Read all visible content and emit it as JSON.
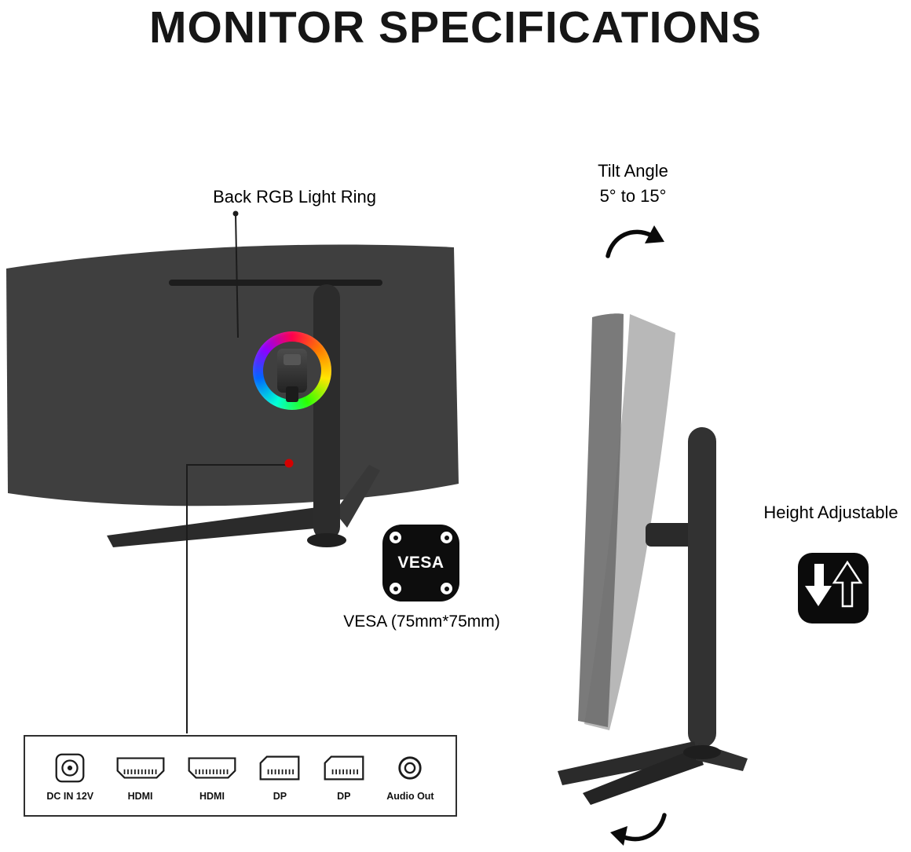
{
  "title": "MONITOR SPECIFICATIONS",
  "back_view": {
    "label": "Back RGB Light Ring"
  },
  "tilt": {
    "line1": "Tilt Angle",
    "line2": "5° to 15°"
  },
  "vesa": {
    "badge_label": "VESA",
    "caption": "VESA (75mm*75mm)"
  },
  "height": {
    "label": "Height Adjustable"
  },
  "ports": {
    "items": [
      {
        "name": "dc-in",
        "label": "DC IN 12V"
      },
      {
        "name": "hdmi-1",
        "label": "HDMI"
      },
      {
        "name": "hdmi-2",
        "label": "HDMI"
      },
      {
        "name": "dp-1",
        "label": "DP"
      },
      {
        "name": "dp-2",
        "label": "DP"
      },
      {
        "name": "audio-out",
        "label": "Audio Out"
      }
    ]
  },
  "colors": {
    "port_marker_red": "#d40000",
    "monitor_body": "#3f3f3f",
    "rgb_ring": [
      "#ff004c",
      "#ff7a00",
      "#ffe600",
      "#2bff00",
      "#00ffd5",
      "#0066ff",
      "#8f00ff"
    ]
  }
}
